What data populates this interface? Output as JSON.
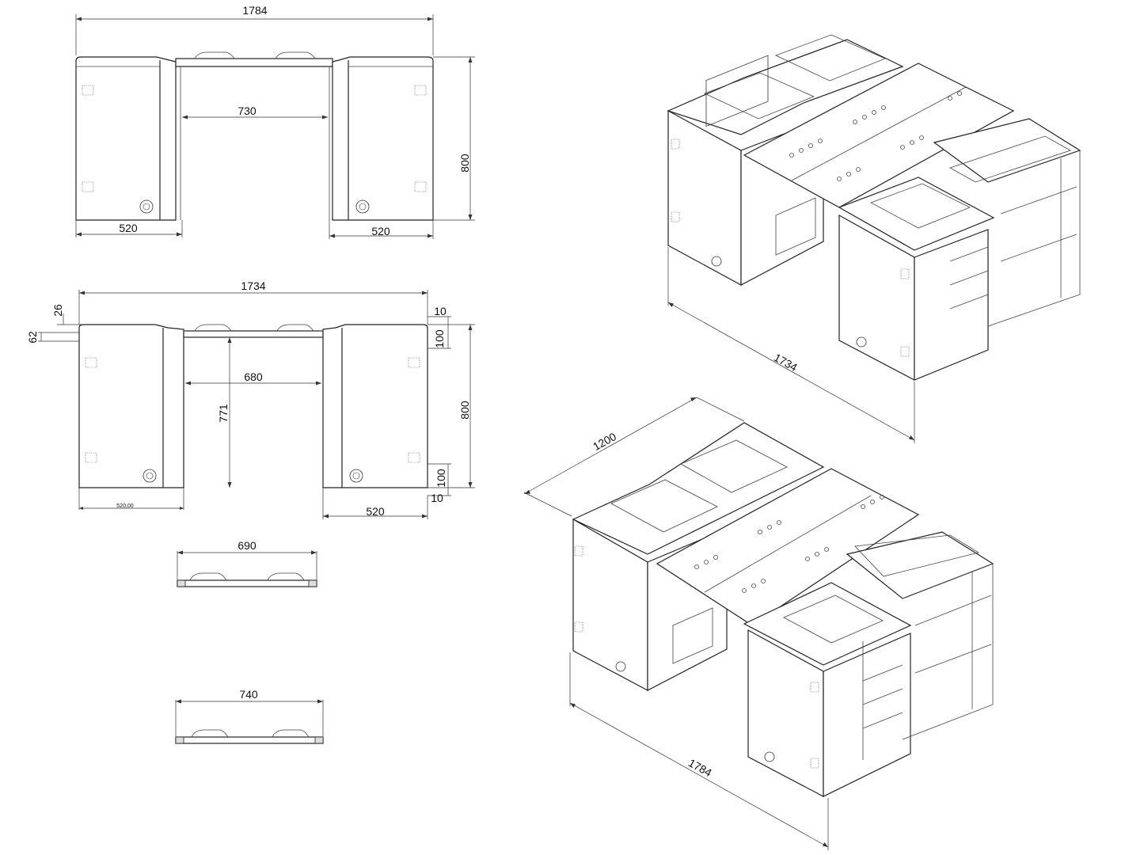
{
  "front_view_1": {
    "overall_width": "1784",
    "gap_width": "730",
    "height": "800",
    "left_width": "520",
    "right_width": "520"
  },
  "front_view_2": {
    "overall_width": "1734",
    "top_offset": "26",
    "lip": "62",
    "gap_width": "680",
    "inner_height": "771",
    "height": "800",
    "top_step": "10",
    "top_band": "100",
    "bottom_band": "100",
    "bottom_step": "10",
    "left_width": "520,00",
    "right_width": "520"
  },
  "shelf_a": {
    "width": "690"
  },
  "shelf_b": {
    "width": "740"
  },
  "iso_top": {
    "length": "1734"
  },
  "iso_bottom": {
    "depth": "1200",
    "length": "1784"
  }
}
